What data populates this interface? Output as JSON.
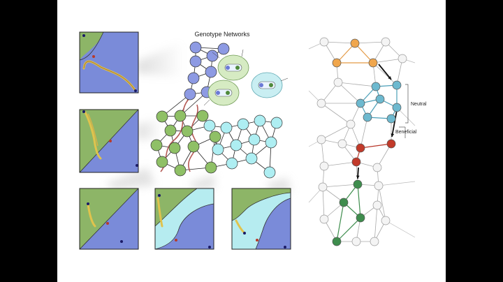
{
  "title": "Genotype Networks",
  "legend": {
    "neutral": "Neutral",
    "beneficial": "Beneficial"
  },
  "colors": {
    "background": "#000000",
    "slide": "#ffffff",
    "green_region": "#8db567",
    "blue_region": "#7a8bd9",
    "cyan_region": "#b6ecf0",
    "purple_node": "#8d9ae3",
    "green_node": "#8fc066",
    "cyan_node": "#aeeef2",
    "orange_node": "#f0a64c",
    "teal_node": "#6db9cf",
    "red_node": "#c23a2a",
    "dark_green_node": "#3e8d4d",
    "gray_node": "#f4f4f4"
  }
}
